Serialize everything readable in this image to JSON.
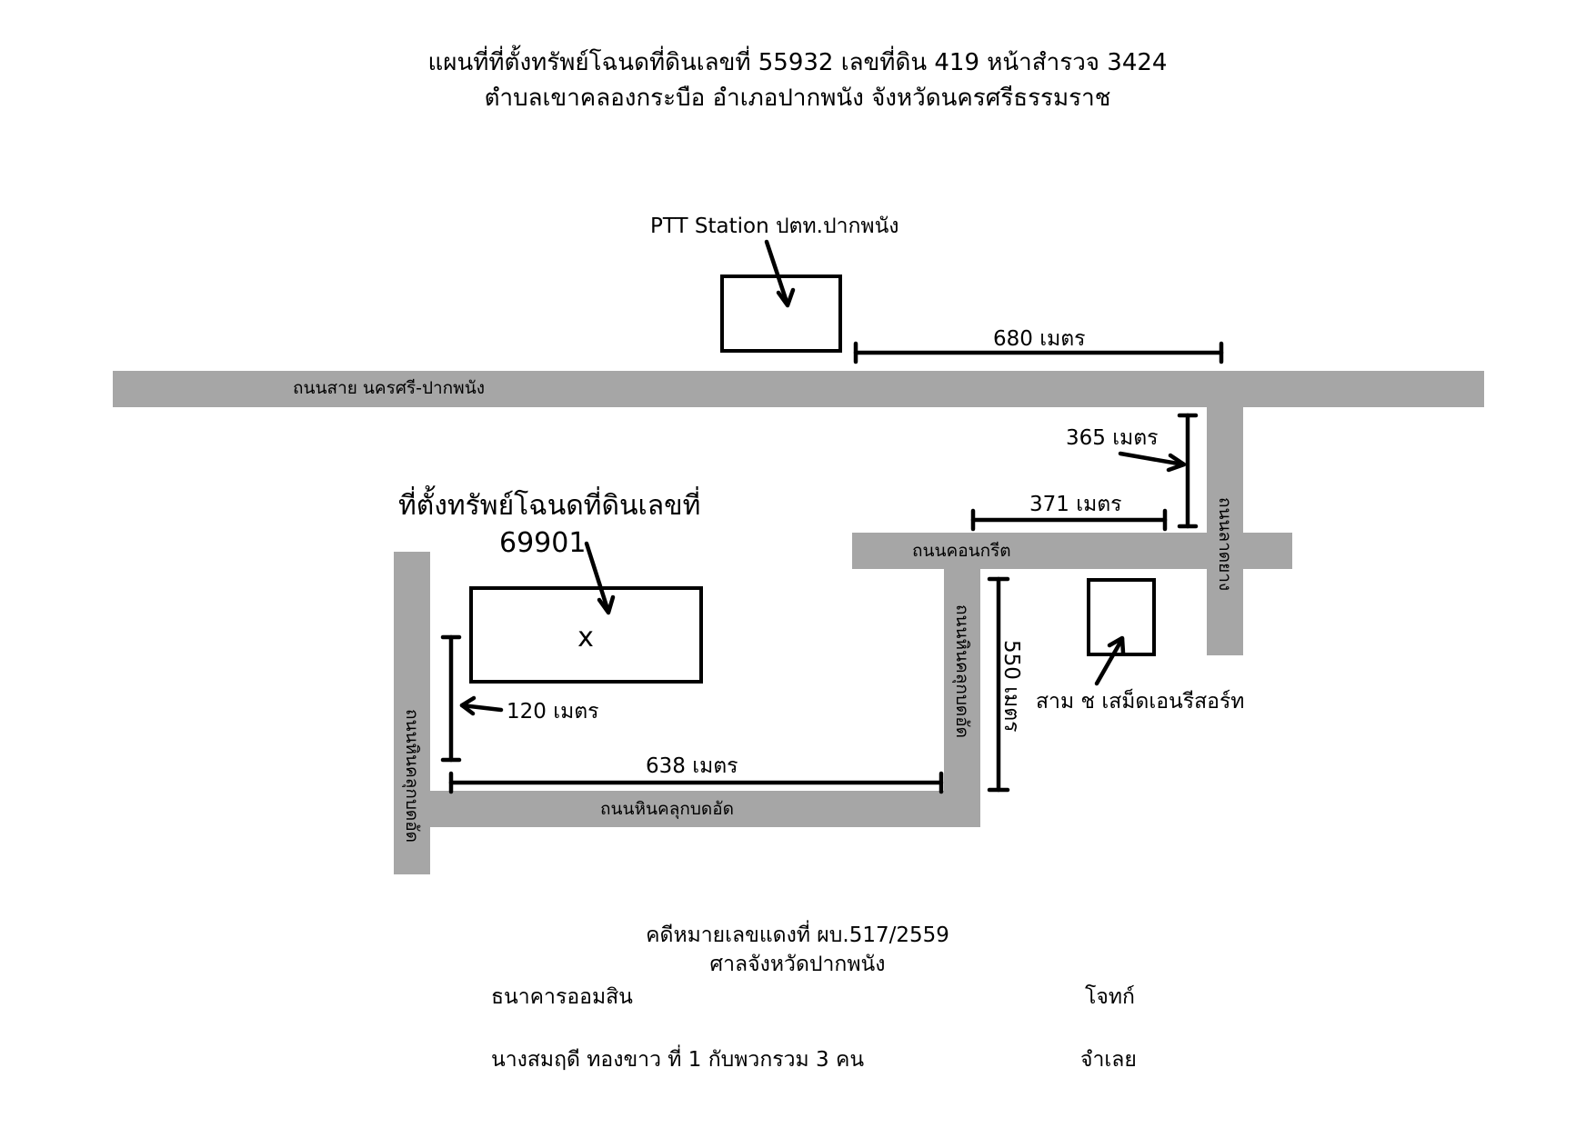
{
  "title": {
    "line1": "แผนที่ที่ตั้งทรัพย์โฉนดที่ดินเลขที่ 55932 เลขที่ดิน 419 หน้าสำรวจ 3424",
    "line2": "ตำบลเขาคลองกระบือ อำเภอปากพนัง จังหวัดนครศรีธรรมราช"
  },
  "landmarks": {
    "ptt_station": "PTT Station ปตท.ปากพนัง",
    "resort": "สาม ช เสม็ดเอนรีสอร์ท",
    "property_line1": "ที่ตั้งทรัพย์โฉนดที่ดินเลขที่",
    "property_line2": "69901",
    "property_marker": "x"
  },
  "roads": {
    "main_highway": "ถนนสาย นครศรี-ปากพนัง",
    "concrete": "ถนนคอนกรีต",
    "laterite_horizontal": "ถนนหินคลุกบดอัด",
    "laterite_vertical": "ถนนหินคลุกบดอัด",
    "laterite_left": "ถนนหินคลุกบดอัด",
    "paved_right": "ถนนลาดยาง"
  },
  "distances": {
    "d680": "680 เมตร",
    "d365": "365 เมตร",
    "d371": "371 เมตร",
    "d550": "550 เมตร",
    "d120": "120 เมตร",
    "d638": "638 เมตร"
  },
  "case": {
    "number": "คดีหมายเลขแดงที่ ผบ.517/2559",
    "court": "ศาลจังหวัดปากพนัง",
    "plaintiff_name": "ธนาคารออมสิน",
    "plaintiff_role": "โจทก์",
    "defendant_name": "นางสมฤดี ทองขาว ที่ 1 กับพวกรวม 3 คน",
    "defendant_role": "จำเลย"
  },
  "colors": {
    "road": "#a6a6a6",
    "ink": "#000000",
    "background": "#ffffff"
  }
}
